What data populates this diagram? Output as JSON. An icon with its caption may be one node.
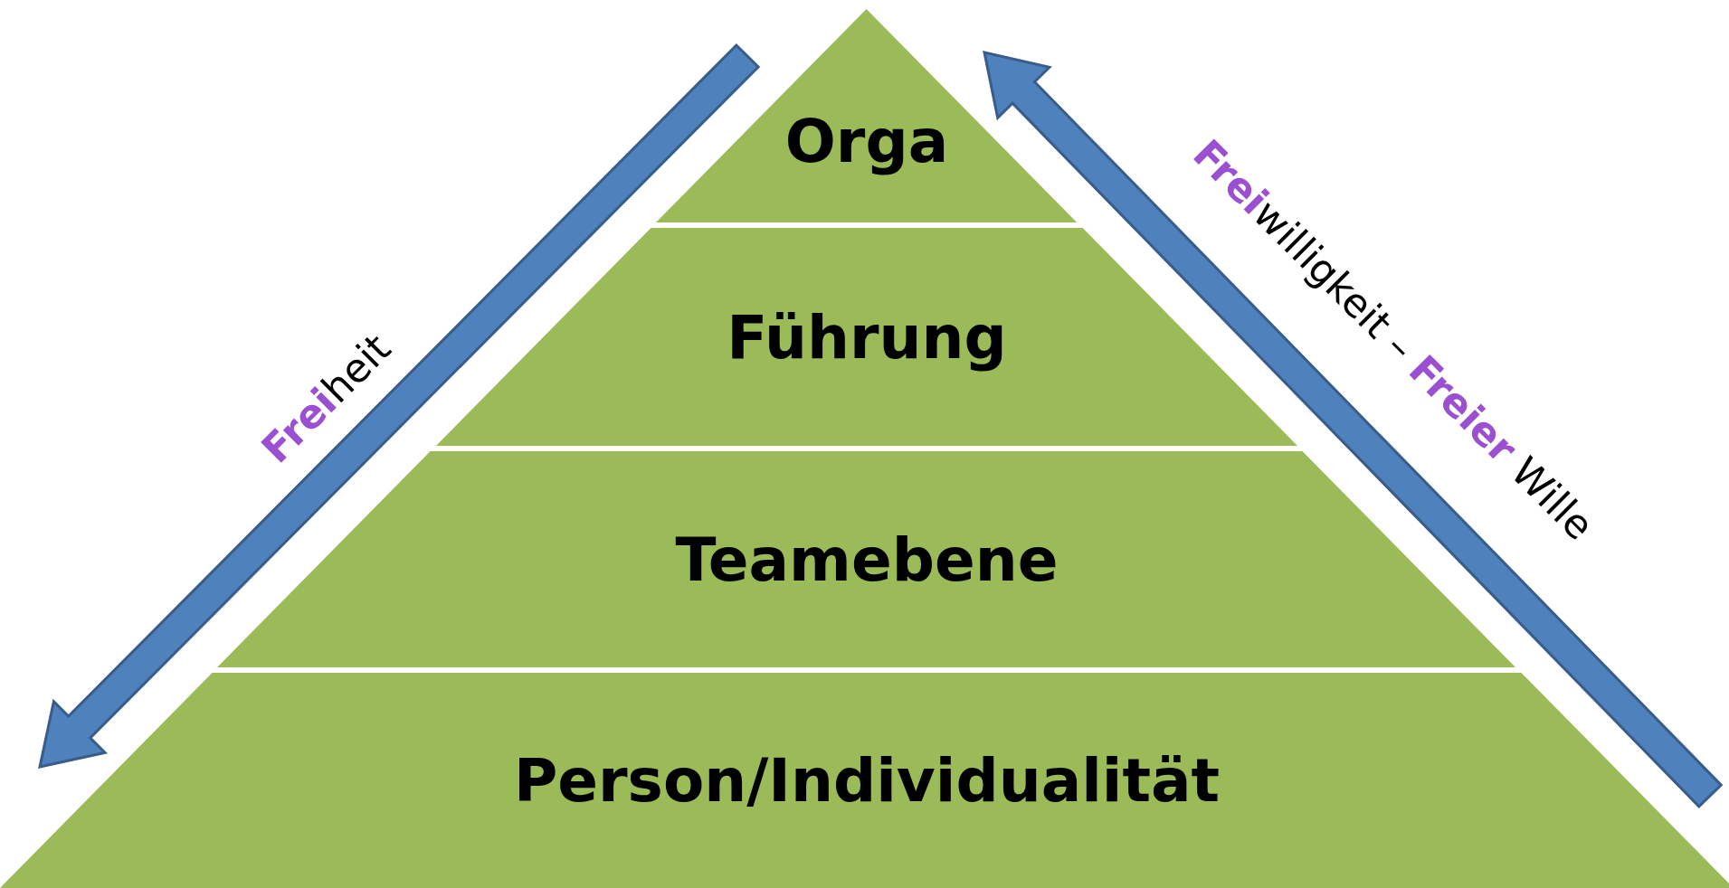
{
  "diagram": {
    "nodes": [
      {
        "text": [
          "Orga"
        ]
      },
      {
        "text": [
          "Führung"
        ]
      },
      {
        "text": [
          "Teamebene"
        ]
      },
      {
        "text": [
          "Person/Individualität"
        ]
      }
    ],
    "labels": [
      "**Frei**heit",
      "**Frei**willigkeit – **Freier** Wille"
    ]
  }
}
